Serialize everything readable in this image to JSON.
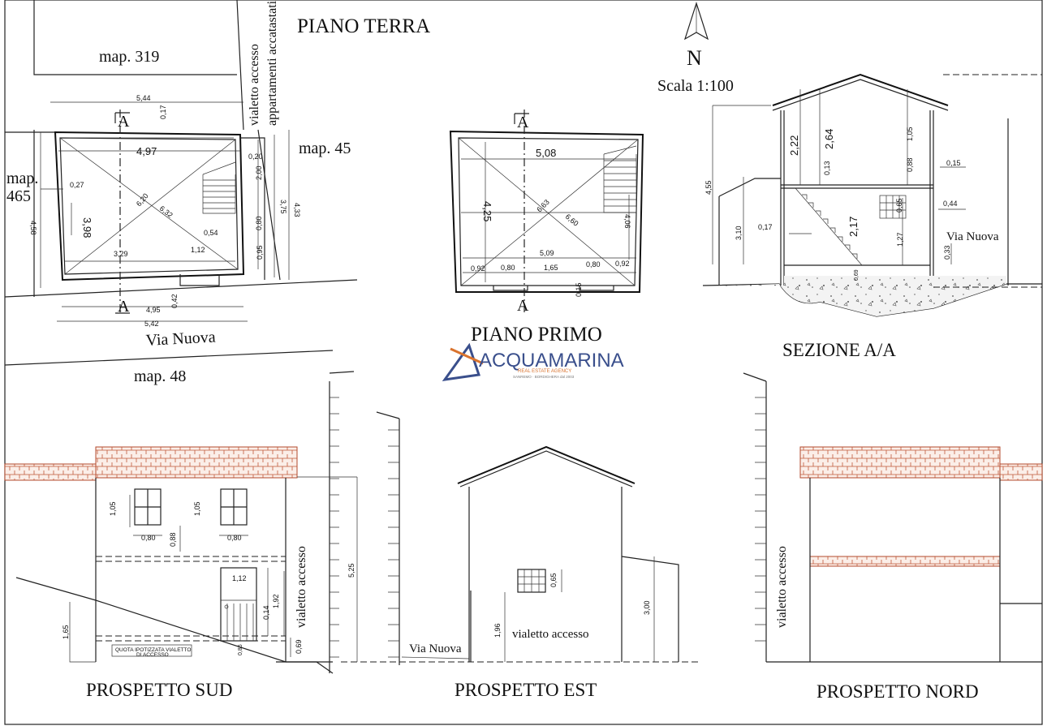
{
  "titles": {
    "piano_terra": "PIANO TERRA",
    "piano_primo": "PIANO  PRIMO",
    "sezione": "SEZIONE A/A",
    "prospetto_sud": "PROSPETTO SUD",
    "prospetto_est": "PROSPETTO  EST",
    "prospetto_nord": "PROSPETTO NORD"
  },
  "north": {
    "letter": "N",
    "scale": "Scala 1:100"
  },
  "labels": {
    "map319": "map. 319",
    "map45": "map. 45",
    "map465_a": "map.",
    "map465_b": "465",
    "map48": "map. 48",
    "via_nuova": "Via Nuova",
    "vialetto_accesso": "vialetto accesso",
    "appartamenti": "appartamenti accatastati",
    "section_mark": "A",
    "quota_1": "QUOTA  IPOTIZZATA  VIALETTO",
    "quota_2": "DI  ACCESSO"
  },
  "logo": {
    "brand": "ACQUAMARINA",
    "tagline": "REAL ESTATE AGENCY",
    "subline": "SANREMO · BORDIGHERA dal 2003",
    "color": "#3a4f8c",
    "accent": "#d9732e"
  },
  "dims_terra": {
    "d544": "5,44",
    "d017": "0,17",
    "d497": "4,97",
    "d020": "0,20",
    "d200": "2,00",
    "d027": "0,27",
    "d398": "3,98",
    "d620": "6,20",
    "d632": "6,32",
    "d458": "4,58",
    "d375": "3,75",
    "d433": "4,33",
    "d080": "0,80",
    "d054": "0,54",
    "d112": "1,12",
    "d329": "3,29",
    "d095": "0,95",
    "d042": "0,42",
    "d495": "4,95",
    "d542": "5,42"
  },
  "dims_primo": {
    "d508": "5,08",
    "d425": "4,25",
    "d663": "6,63",
    "d660": "6,60",
    "d406": "4,06",
    "d509": "5,09",
    "d092a": "0,92",
    "d080a": "0,80",
    "d165": "1,65",
    "d080b": "0,80",
    "d092b": "0,92",
    "d015": "0,15"
  },
  "dims_sezione": {
    "d222": "2,22",
    "d264": "2,64",
    "d105": "1,05",
    "d088": "0,88",
    "d015": "0,15",
    "d013": "0,13",
    "d455": "4,55",
    "d065": "0,65",
    "d044": "0,44",
    "d217": "2,17",
    "d310": "3,10",
    "d017": "0,17",
    "d127": "1,27",
    "d033": "0,33",
    "d069": "0,69"
  },
  "dims_sud": {
    "d105a": "1,05",
    "d105b": "1,05",
    "d080a": "0,80",
    "d080b": "0,80",
    "d088": "0,88",
    "d112": "1,12",
    "d192": "1,92",
    "d014": "0,14",
    "d165": "1,65",
    "d069": "0,69",
    "d525": "5,25",
    "d085": "0,85"
  },
  "dims_est": {
    "d065": "0,65",
    "d196": "1,96",
    "d300": "3,00"
  }
}
